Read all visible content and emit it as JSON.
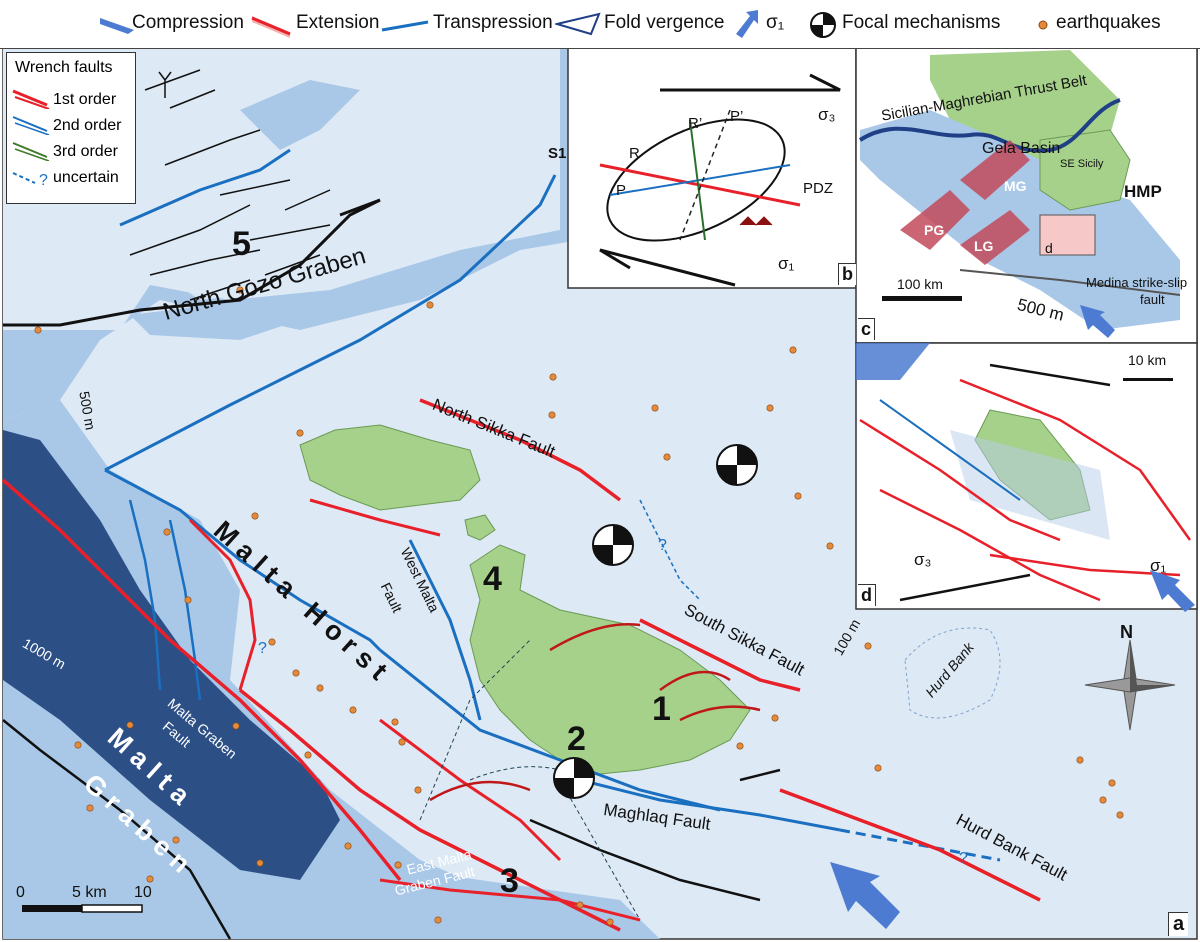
{
  "legend": {
    "compression": "Compression",
    "extension": "Extension",
    "transpression": "Transpression",
    "fold_vergence": "Fold vergence",
    "sigma1": "σ₁",
    "focal": "Focal mechanisms",
    "earthquakes": "earthquakes"
  },
  "wrench_legend": {
    "title": "Wrench faults",
    "first": "1st order",
    "second": "2nd order",
    "third": "3rd order",
    "uncertain": "uncertain"
  },
  "map_labels": {
    "north_gozo_graben": "North Gozo Graben",
    "north_sikka_fault": "North Sikka Fault",
    "south_sikka_fault": "South Sikka Fault",
    "west_malta_fault_1": "West Malta",
    "west_malta_fault_2": "Fault",
    "malta_horst": "M a l t a   H o r s t",
    "malta_graben_1": "M a l t a",
    "malta_graben_2": "G r a b e n",
    "malta_graben_fault_1": "Malta Graben",
    "malta_graben_fault_2": "Fault",
    "east_malta_graben_fault_1": "East Malta",
    "east_malta_graben_fault_2": "Graben Fault",
    "maghlaq_fault": "Maghlaq Fault",
    "hurd_bank_fault": "Hurd Bank Fault",
    "hurd_bank": "Hurd Bank",
    "depth_500": "500 m",
    "depth_1000": "1000 m",
    "depth_100": "100 m",
    "s1": "S1",
    "zone1": "1",
    "zone2": "2",
    "zone3": "3",
    "zone4": "4",
    "zone5": "5",
    "question": "?",
    "north": "N",
    "scale_0": "0",
    "scale_5": "5 km",
    "scale_10": "10",
    "panel_a": "a"
  },
  "panel_b": {
    "label": "b",
    "r": "R",
    "r_prime": "R’",
    "p": "P",
    "p_prime": "P’",
    "pdz": "PDZ",
    "sigma3": "σ₃",
    "sigma1": "σ₁"
  },
  "panel_c": {
    "label": "c",
    "thrust_belt": "Sicilian-Maghrebian Thrust Belt",
    "gela": "Gela Basin",
    "se_sicily": "SE Sicily",
    "hmp": "HMP",
    "pg": "PG",
    "mg": "MG",
    "lg": "LG",
    "d": "d",
    "medina_1": "Medina strike-slip",
    "medina_2": "fault",
    "scale": "100 km",
    "depth": "500 m"
  },
  "panel_d": {
    "label": "d",
    "scale": "10 km",
    "sigma3": "σ₃",
    "sigma1": "σ₁"
  },
  "colors": {
    "sea_light": "#dde9f5",
    "sea_mid": "#a9c8e8",
    "sea_deep": "#2c4f86",
    "land": "#a6d18a",
    "extension": "#e8202a",
    "transpression": "#1a6fc0",
    "compression": "#4c7bd1"
  }
}
